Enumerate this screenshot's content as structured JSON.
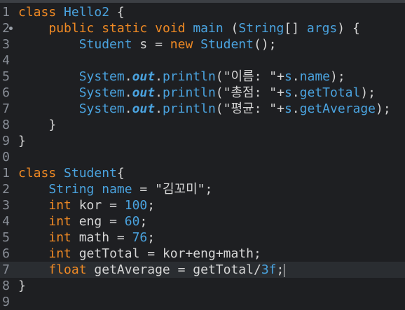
{
  "editor": {
    "lines": [
      {
        "n": "1",
        "tokens": [
          {
            "c": "kw",
            "t": "class"
          },
          {
            "c": "op",
            "t": " "
          },
          {
            "c": "tp",
            "t": "Hello2"
          },
          {
            "c": "op",
            "t": " {"
          }
        ]
      },
      {
        "n": "2",
        "fold": true,
        "tokens": [
          {
            "c": "op",
            "t": "    "
          },
          {
            "c": "kw",
            "t": "public"
          },
          {
            "c": "op",
            "t": " "
          },
          {
            "c": "kw",
            "t": "static"
          },
          {
            "c": "op",
            "t": " "
          },
          {
            "c": "kw",
            "t": "void"
          },
          {
            "c": "op",
            "t": " "
          },
          {
            "c": "fn",
            "t": "main"
          },
          {
            "c": "op",
            "t": " ("
          },
          {
            "c": "tp",
            "t": "String"
          },
          {
            "c": "op",
            "t": "[] "
          },
          {
            "c": "tp",
            "t": "args"
          },
          {
            "c": "op",
            "t": ") {"
          }
        ]
      },
      {
        "n": "3",
        "tokens": [
          {
            "c": "op",
            "t": "        "
          },
          {
            "c": "tp",
            "t": "Student"
          },
          {
            "c": "op",
            "t": " "
          },
          {
            "c": "id",
            "t": "s"
          },
          {
            "c": "op",
            "t": " = "
          },
          {
            "c": "kw",
            "t": "new"
          },
          {
            "c": "op",
            "t": " "
          },
          {
            "c": "fn",
            "t": "Student"
          },
          {
            "c": "op",
            "t": "();"
          }
        ]
      },
      {
        "n": "4",
        "tokens": []
      },
      {
        "n": "5",
        "tokens": [
          {
            "c": "op",
            "t": "        "
          },
          {
            "c": "tp",
            "t": "System"
          },
          {
            "c": "op",
            "t": "."
          },
          {
            "c": "st",
            "t": "out"
          },
          {
            "c": "op",
            "t": "."
          },
          {
            "c": "fn",
            "t": "println"
          },
          {
            "c": "op",
            "t": "("
          },
          {
            "c": "str",
            "t": "\"이름: \""
          },
          {
            "c": "op",
            "t": "+"
          },
          {
            "c": "tp",
            "t": "s"
          },
          {
            "c": "op",
            "t": "."
          },
          {
            "c": "tp",
            "t": "name"
          },
          {
            "c": "op",
            "t": ");"
          }
        ]
      },
      {
        "n": "6",
        "tokens": [
          {
            "c": "op",
            "t": "        "
          },
          {
            "c": "tp",
            "t": "System"
          },
          {
            "c": "op",
            "t": "."
          },
          {
            "c": "st",
            "t": "out"
          },
          {
            "c": "op",
            "t": "."
          },
          {
            "c": "fn",
            "t": "println"
          },
          {
            "c": "op",
            "t": "("
          },
          {
            "c": "str",
            "t": "\"총점: \""
          },
          {
            "c": "op",
            "t": "+"
          },
          {
            "c": "tp",
            "t": "s"
          },
          {
            "c": "op",
            "t": "."
          },
          {
            "c": "tp",
            "t": "getTotal"
          },
          {
            "c": "op",
            "t": ");"
          }
        ]
      },
      {
        "n": "7",
        "tokens": [
          {
            "c": "op",
            "t": "        "
          },
          {
            "c": "tp",
            "t": "System"
          },
          {
            "c": "op",
            "t": "."
          },
          {
            "c": "st",
            "t": "out"
          },
          {
            "c": "op",
            "t": "."
          },
          {
            "c": "fn",
            "t": "println"
          },
          {
            "c": "op",
            "t": "("
          },
          {
            "c": "str",
            "t": "\"평균: \""
          },
          {
            "c": "op",
            "t": "+"
          },
          {
            "c": "tp",
            "t": "s"
          },
          {
            "c": "op",
            "t": "."
          },
          {
            "c": "tp",
            "t": "getAverage"
          },
          {
            "c": "op",
            "t": ");"
          }
        ]
      },
      {
        "n": "8",
        "tokens": [
          {
            "c": "op",
            "t": "    }"
          }
        ]
      },
      {
        "n": "9",
        "tokens": [
          {
            "c": "op",
            "t": "}"
          }
        ]
      },
      {
        "n": "0",
        "tokens": []
      },
      {
        "n": "1",
        "tokens": [
          {
            "c": "kw",
            "t": "class"
          },
          {
            "c": "op",
            "t": " "
          },
          {
            "c": "tp",
            "t": "Student"
          },
          {
            "c": "op",
            "t": "{"
          }
        ]
      },
      {
        "n": "2",
        "tokens": [
          {
            "c": "op",
            "t": "    "
          },
          {
            "c": "tp",
            "t": "String"
          },
          {
            "c": "op",
            "t": " "
          },
          {
            "c": "tp",
            "t": "name"
          },
          {
            "c": "op",
            "t": " = "
          },
          {
            "c": "str",
            "t": "\"김꼬미\""
          },
          {
            "c": "op",
            "t": ";"
          }
        ]
      },
      {
        "n": "3",
        "tokens": [
          {
            "c": "op",
            "t": "    "
          },
          {
            "c": "kw",
            "t": "int"
          },
          {
            "c": "op",
            "t": " "
          },
          {
            "c": "id",
            "t": "kor"
          },
          {
            "c": "op",
            "t": " = "
          },
          {
            "c": "num",
            "t": "100"
          },
          {
            "c": "op",
            "t": ";"
          }
        ]
      },
      {
        "n": "4",
        "tokens": [
          {
            "c": "op",
            "t": "    "
          },
          {
            "c": "kw",
            "t": "int"
          },
          {
            "c": "op",
            "t": " "
          },
          {
            "c": "id",
            "t": "eng"
          },
          {
            "c": "op",
            "t": " = "
          },
          {
            "c": "num",
            "t": "60"
          },
          {
            "c": "op",
            "t": ";"
          }
        ]
      },
      {
        "n": "5",
        "tokens": [
          {
            "c": "op",
            "t": "    "
          },
          {
            "c": "kw",
            "t": "int"
          },
          {
            "c": "op",
            "t": " "
          },
          {
            "c": "id",
            "t": "math"
          },
          {
            "c": "op",
            "t": " = "
          },
          {
            "c": "num",
            "t": "76"
          },
          {
            "c": "op",
            "t": ";"
          }
        ]
      },
      {
        "n": "6",
        "tokens": [
          {
            "c": "op",
            "t": "    "
          },
          {
            "c": "kw",
            "t": "int"
          },
          {
            "c": "op",
            "t": " "
          },
          {
            "c": "id",
            "t": "getTotal"
          },
          {
            "c": "op",
            "t": " = "
          },
          {
            "c": "id",
            "t": "kor"
          },
          {
            "c": "op",
            "t": "+"
          },
          {
            "c": "id",
            "t": "eng"
          },
          {
            "c": "op",
            "t": "+"
          },
          {
            "c": "id",
            "t": "math"
          },
          {
            "c": "op",
            "t": ";"
          }
        ]
      },
      {
        "n": "7",
        "current": true,
        "caret": true,
        "tokens": [
          {
            "c": "op",
            "t": "    "
          },
          {
            "c": "kw",
            "t": "float"
          },
          {
            "c": "op",
            "t": " "
          },
          {
            "c": "id",
            "t": "getAverage"
          },
          {
            "c": "op",
            "t": " = "
          },
          {
            "c": "id",
            "t": "getTotal"
          },
          {
            "c": "op",
            "t": "/"
          },
          {
            "c": "num",
            "t": "3f"
          },
          {
            "c": "op",
            "t": ";"
          }
        ]
      },
      {
        "n": "8",
        "tokens": [
          {
            "c": "op",
            "t": "}"
          }
        ]
      },
      {
        "n": "9",
        "tokens": []
      }
    ]
  }
}
